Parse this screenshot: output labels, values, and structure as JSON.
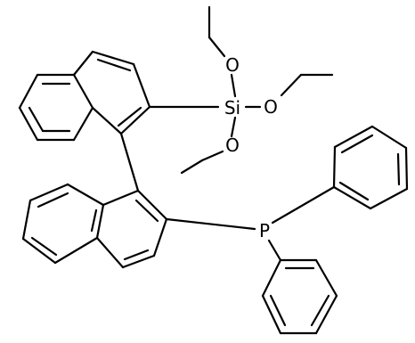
{
  "molecule": {
    "atoms": {
      "si": "Si",
      "p": "P",
      "o_top": "O",
      "o_right": "O",
      "o_bottom": "O"
    }
  }
}
